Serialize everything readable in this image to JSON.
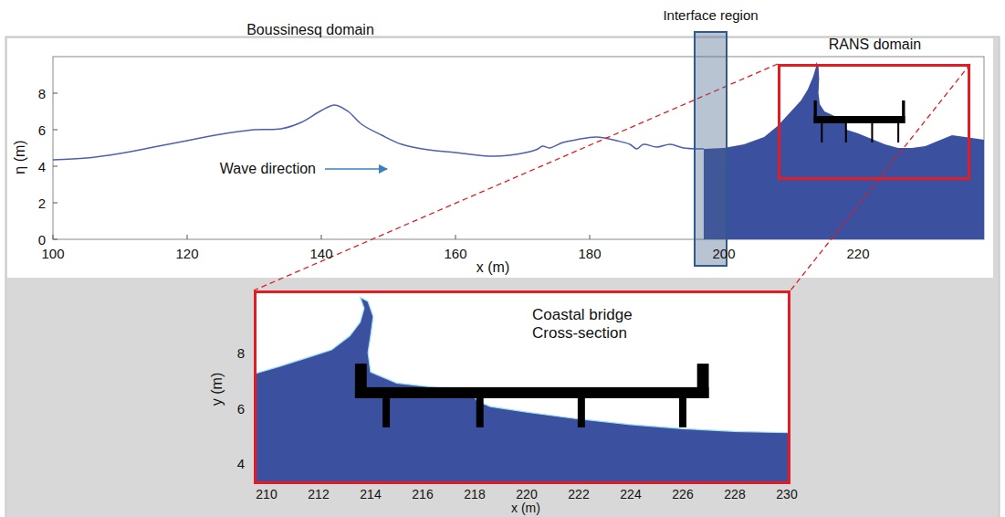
{
  "diagram": {
    "nodes": [
      {
        "text": [
          "Interface region"
        ]
      },
      {
        "text": [
          "RANS domain"
        ]
      },
      {
        "text": [
          "Coastal bridge Cross-section"
        ]
      }
    ],
    "edges": [
      {
        "from": 1,
        "to": 2,
        "arrow": "none"
      },
      {
        "from": 1,
        "to": 2,
        "arrow": "none"
      }
    ],
    "labels": [
      "Boussinesq domain",
      "Wave direction",
      "8",
      "6",
      "4",
      "2",
      "0",
      "η (m)",
      "100",
      "120",
      "140",
      "160",
      "180",
      "200",
      "220",
      "x (m)",
      "8",
      "6",
      "4",
      "y (m)",
      "210",
      "212",
      "214",
      "216",
      "218",
      "220",
      "222",
      "224",
      "226",
      "228",
      "230",
      "x (m)"
    ]
  }
}
